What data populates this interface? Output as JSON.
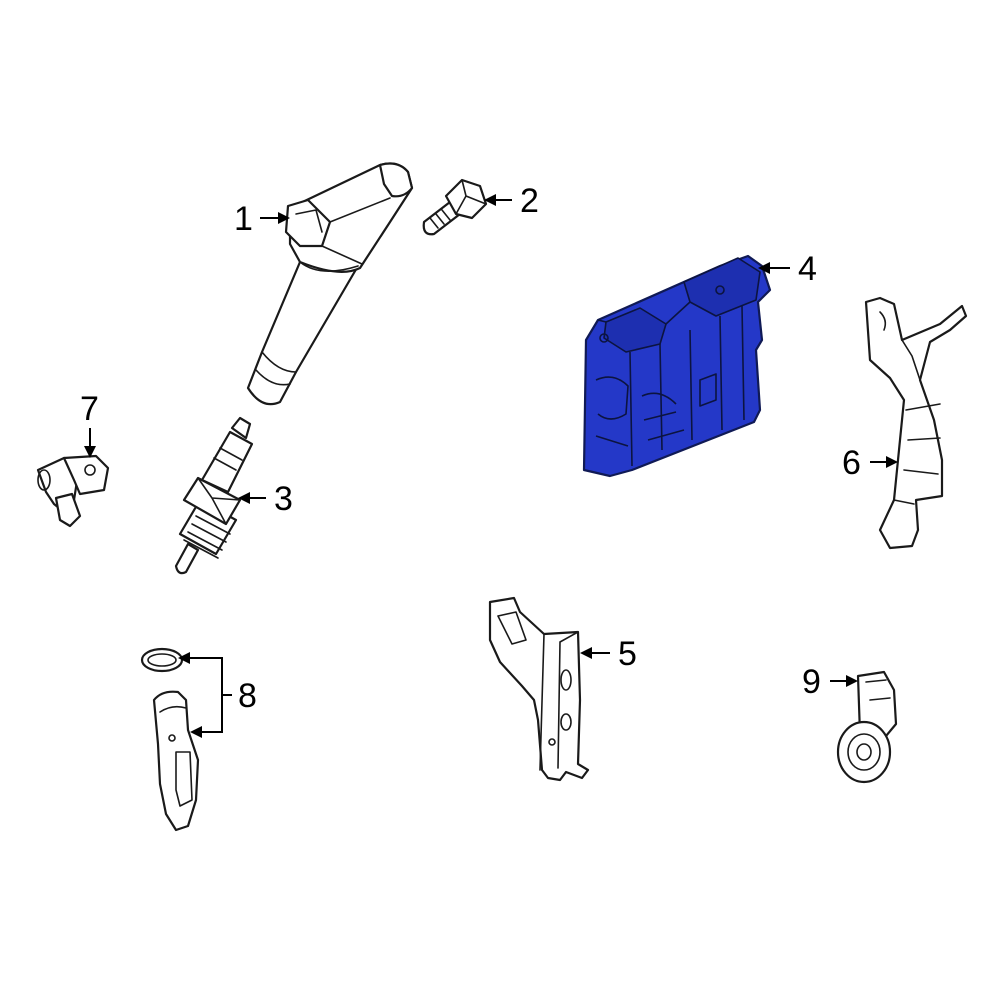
{
  "colors": {
    "highlight_fill": "#2438c8",
    "outline": "#1a1a1a",
    "background": "#ffffff"
  },
  "callouts": {
    "c1": "1",
    "c2": "2",
    "c3": "3",
    "c4": "4",
    "c5": "5",
    "c6": "6",
    "c7": "7",
    "c8": "8",
    "c9": "9"
  },
  "highlighted_part": "4"
}
